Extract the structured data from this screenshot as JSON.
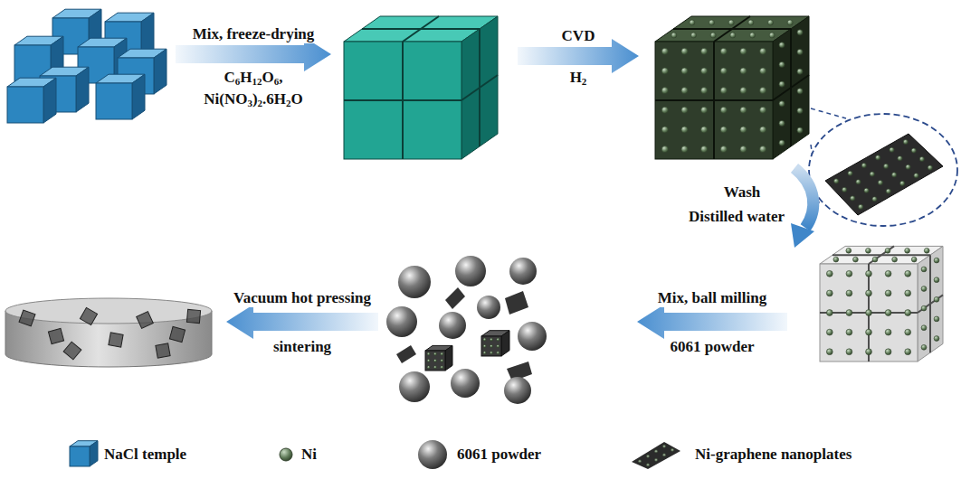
{
  "diagram": {
    "labels": [
      "Mix, freeze-drying",
      "C6H12O6,",
      "Ni(NO3)2.6H2O",
      "CVD",
      "H2",
      "Wash",
      "Distilled water",
      "Mix, ball milling",
      "6061 powder",
      "Vacuum hot pressing",
      "sintering"
    ],
    "legend": [
      {
        "text": "NaCl temple"
      },
      {
        "text": "Ni"
      },
      {
        "text": "6061 powder"
      },
      {
        "text": "Ni-graphene nanoplates"
      }
    ]
  }
}
